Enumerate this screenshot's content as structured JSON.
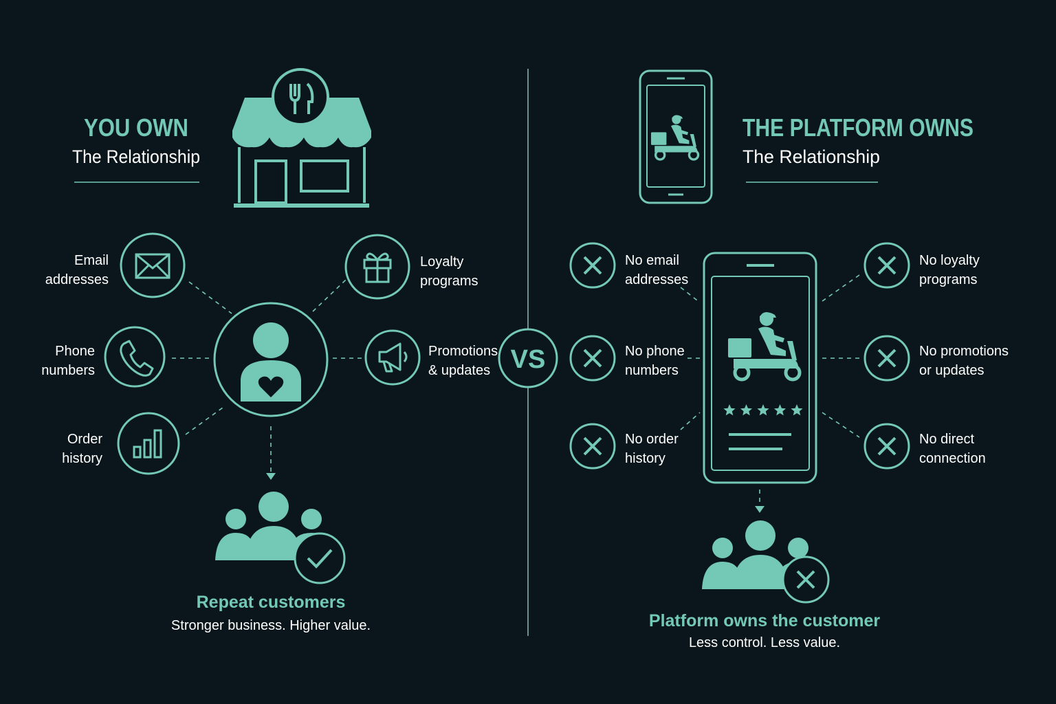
{
  "colors": {
    "background": "#0b161c",
    "accent": "#74c9b6",
    "text": "#ffffff"
  },
  "left": {
    "heading": "YOU OWN",
    "subheading": "The Relationship",
    "items": [
      {
        "icon": "envelope-icon",
        "line1": "Email",
        "line2": "addresses"
      },
      {
        "icon": "phone-icon",
        "line1": "Phone",
        "line2": "numbers"
      },
      {
        "icon": "bar-chart-icon",
        "line1": "Order",
        "line2": "history"
      },
      {
        "icon": "gift-icon",
        "line1": "Loyalty",
        "line2": "programs"
      },
      {
        "icon": "megaphone-icon",
        "line1": "Promotions",
        "line2": "& updates"
      }
    ],
    "result_title": "Repeat customers",
    "result_subtitle": "Stronger business. Higher value."
  },
  "vs_label": "VS",
  "right": {
    "heading": "THE PLATFORM OWNS",
    "subheading": "The Relationship",
    "items": [
      {
        "icon": "x-icon",
        "line1": "No email",
        "line2": "addresses"
      },
      {
        "icon": "x-icon",
        "line1": "No phone",
        "line2": "numbers"
      },
      {
        "icon": "x-icon",
        "line1": "No order",
        "line2": "history"
      },
      {
        "icon": "x-icon",
        "line1": "No loyalty",
        "line2": "programs"
      },
      {
        "icon": "x-icon",
        "line1": "No promotions",
        "line2": "or updates"
      },
      {
        "icon": "x-icon",
        "line1": "No direct",
        "line2": "connection"
      }
    ],
    "rating_stars": 5,
    "result_title": "Platform owns the customer",
    "result_subtitle": "Less control. Less value."
  }
}
